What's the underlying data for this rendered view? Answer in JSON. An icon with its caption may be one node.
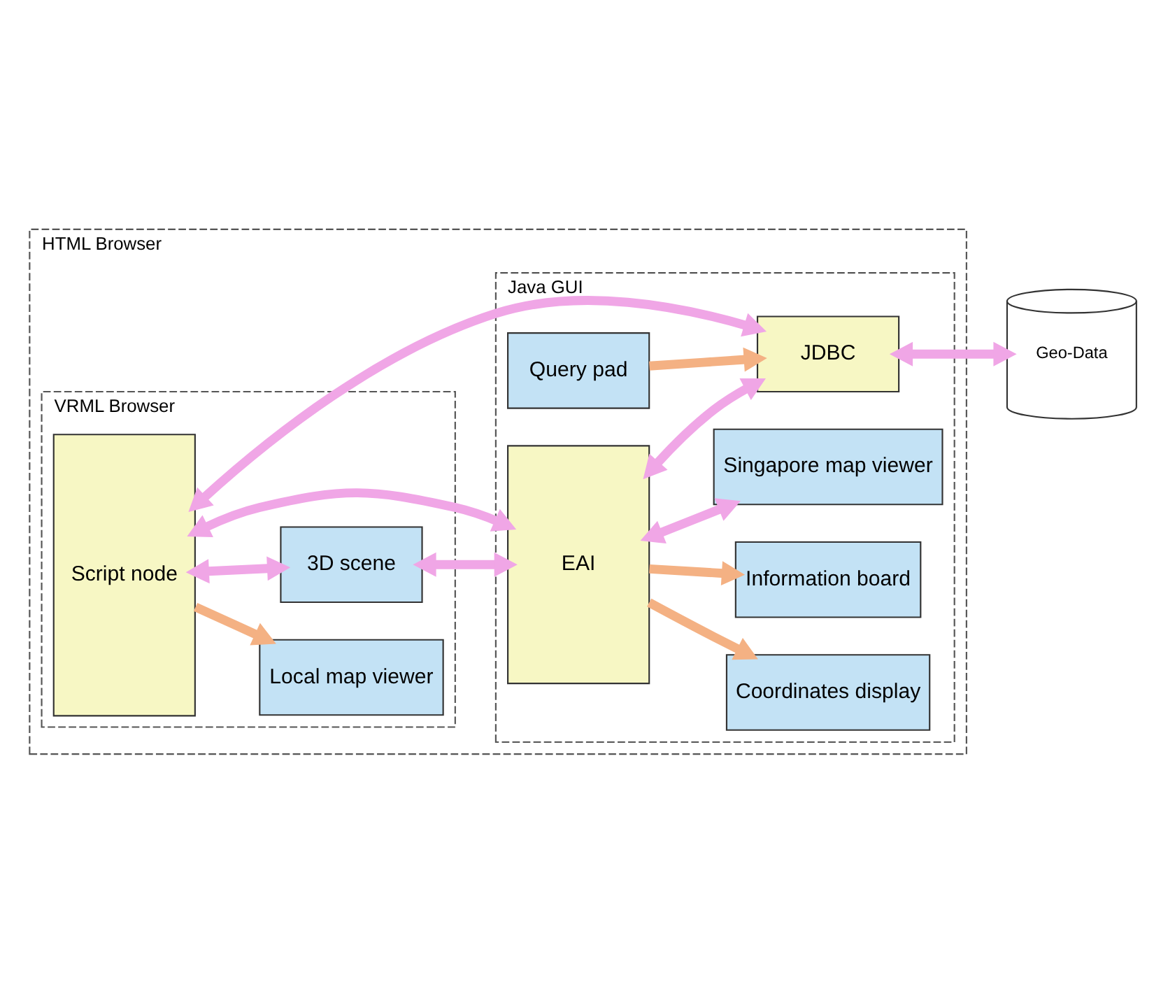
{
  "diagram": {
    "nodes": [
      {
        "text": [
          "HTML Browser"
        ]
      },
      {
        "text": [
          "VRML Browser"
        ],
        "in": 0
      },
      {
        "text": [
          "Script node"
        ],
        "in": 1
      },
      {
        "text": [
          "Local map viewer"
        ],
        "in": 1
      },
      {
        "text": [
          "3D scene"
        ],
        "in": 1
      },
      {
        "text": [
          "Java GUI"
        ],
        "in": 0
      },
      {
        "text": [
          "EAI"
        ],
        "in": 5
      },
      {
        "text": [
          "Coordinates display"
        ],
        "in": 5
      },
      {
        "text": [
          "Information board"
        ],
        "in": 5
      },
      {
        "text": [
          "Singapore map viewer"
        ],
        "in": 5
      },
      {
        "text": [
          "JDBC"
        ],
        "in": 5
      },
      {
        "text": [
          "Query pad"
        ],
        "in": 5
      },
      {
        "text": [
          "Geo-Data"
        ]
      }
    ],
    "edges": [
      {
        "from": 2,
        "to": 3,
        "arrow": "to",
        "color": "#f4b183"
      },
      {
        "from": 2,
        "to": 6,
        "arrow": "both"
      },
      {
        "from": 2,
        "to": 4,
        "arrow": "both"
      },
      {
        "from": 4,
        "to": 6,
        "arrow": "both"
      },
      {
        "from": 6,
        "to": 7,
        "arrow": "to",
        "color": "#f4b183"
      },
      {
        "from": 6,
        "to": 8,
        "arrow": "to",
        "color": "#f4b183"
      },
      {
        "from": 6,
        "to": 9,
        "arrow": "both"
      },
      {
        "from": 6,
        "to": 10,
        "arrow": "both"
      },
      {
        "from": 2,
        "to": 10,
        "arrow": "both"
      },
      {
        "from": 11,
        "to": 10,
        "arrow": "to",
        "color": "#f4b183"
      },
      {
        "from": 10,
        "to": 12,
        "arrow": "both"
      }
    ]
  }
}
